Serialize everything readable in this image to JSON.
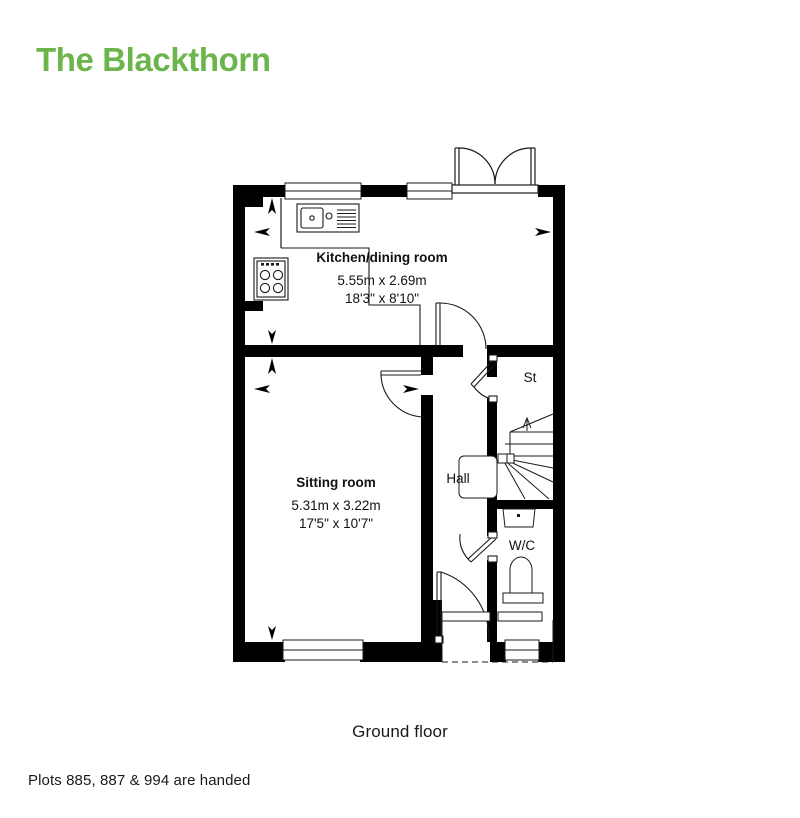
{
  "header": {
    "title": "The Blackthorn",
    "title_color": "#6bb54c"
  },
  "plan": {
    "caption": "Ground floor",
    "note": "Plots 885, 887 & 994 are handed",
    "wall_color": "#000000",
    "line_color": "#1a1a1a",
    "rooms": [
      {
        "id": "kitchen-dining",
        "name": "Kitchen/dining room",
        "metric": "5.55m x 2.69m",
        "imperial": "18'3\" x 8'10\""
      },
      {
        "id": "sitting-room",
        "name": "Sitting room",
        "metric": "5.31m x 3.22m",
        "imperial": "17'5\" x 10'7\""
      },
      {
        "id": "hall",
        "name": "Hall",
        "metric": "",
        "imperial": ""
      },
      {
        "id": "storage",
        "name": "St",
        "metric": "",
        "imperial": ""
      },
      {
        "id": "wc",
        "name": "W/C",
        "metric": "",
        "imperial": ""
      }
    ],
    "fixtures": [
      {
        "id": "sink-unit",
        "label": "sink-with-drainer"
      },
      {
        "id": "cooker",
        "label": "cooker-hob"
      },
      {
        "id": "staircase",
        "label": "winder-staircase"
      },
      {
        "id": "washbasin",
        "label": "wash-basin"
      },
      {
        "id": "toilet",
        "label": "toilet-pan"
      },
      {
        "id": "radiator",
        "label": "radiator"
      }
    ],
    "openings": [
      {
        "id": "french-doors",
        "label": "french-doors-rear"
      },
      {
        "id": "kitchen-window-left",
        "label": "window"
      },
      {
        "id": "kitchen-window-right",
        "label": "window"
      },
      {
        "id": "sitting-window",
        "label": "window"
      },
      {
        "id": "front-door",
        "label": "front-door"
      },
      {
        "id": "wc-window",
        "label": "window"
      },
      {
        "id": "door-hall-kitchen",
        "label": "internal-door"
      },
      {
        "id": "door-hall-sitting",
        "label": "internal-door"
      },
      {
        "id": "door-storage",
        "label": "internal-door"
      },
      {
        "id": "door-wc",
        "label": "internal-door"
      }
    ]
  }
}
